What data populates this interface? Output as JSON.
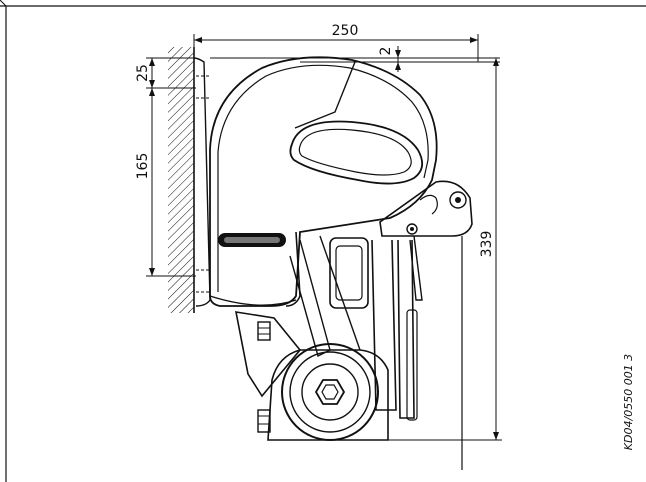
{
  "dimensions": {
    "overall_width": "250",
    "top_offset": "2",
    "top_bracket": "25",
    "bracket_height": "165",
    "overall_height": "339"
  },
  "drawing_reference": "KD04/0550 001 3",
  "colors": {
    "line": "#111111",
    "background": "#ffffff",
    "knob": "#444444"
  }
}
